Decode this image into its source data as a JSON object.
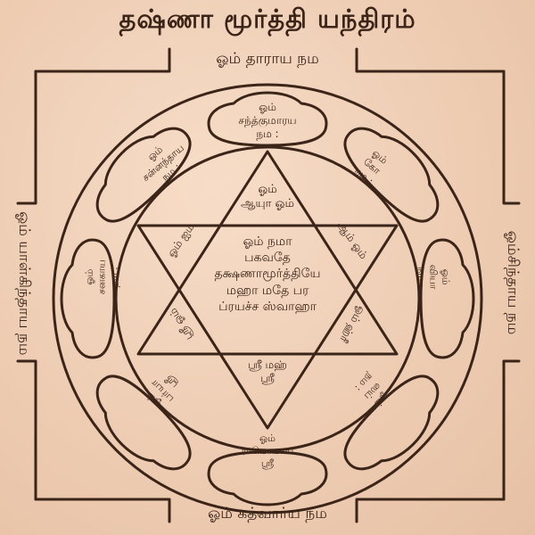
{
  "title": "தஷ்ணா மூர்த்தி யந்திரம்",
  "border": {
    "top": "ஓம் தாராய நம",
    "bottom": "ஓம் கத்வார்ய நம",
    "left": "ஓம் யாள்கிந்தாய நம",
    "right": "ஓம்சிந்தாய நம"
  },
  "petals": {
    "top": [
      "ஓம்",
      "சந்த்குமாரய",
      "நம :"
    ],
    "top_right": [
      "ஓம்",
      "கோ",
      "நம :"
    ],
    "right": [
      "ஓம்",
      "வியா",
      "நம :"
    ],
    "bottom_right": [
      "ஓம்",
      "ஸய்",
      "நம :"
    ],
    "bottom": [
      "ஓம்",
      "ராமொமாய",
      "ஸ்ரீ"
    ],
    "bottom_left": [
      "ஓம்",
      "பா்யா",
      "ஸ்ரீ"
    ],
    "left": [
      "ஓம்",
      "சனகாய",
      "நம :"
    ],
    "top_left": [
      "ஓம்",
      "சன்னந்தாய",
      "நம :"
    ]
  },
  "star": {
    "top": [
      "ஓம்",
      "ஆயுா ஓம்"
    ],
    "upper_left": [
      "ஓம் ஐம்"
    ],
    "upper_right": [
      "ஆம் ஓம்"
    ],
    "lower_left": [
      "ஸ்ரீ ஓம்"
    ],
    "lower_right": [
      "ஓம் ஹ்ரீ"
    ],
    "bottom": [
      "ஸ்ரீ மஹ்",
      "ஸ்ரீ"
    ]
  },
  "center_mantra": [
    "ஓம் நமா",
    "பகவதே",
    "தக்ஷணாமூர்த்தியே",
    "மஹா மதே பர",
    "ப்ரயச்ச ஸ்வாஹா"
  ],
  "colors": {
    "plate": "#efcfb6",
    "engraving": "#3b2418"
  }
}
